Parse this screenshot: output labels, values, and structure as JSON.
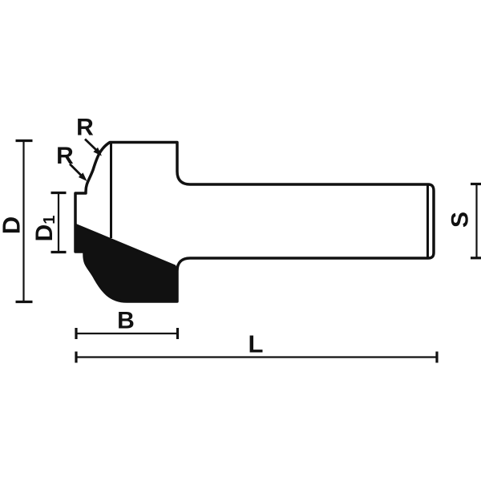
{
  "diagram": {
    "kind": "router-bit-profile-technical-drawing",
    "background_color": "#ffffff",
    "ink_color": "#111111",
    "labels": {
      "overall_diameter": "D",
      "inner_diameter_base": "D",
      "inner_diameter_subscript": "1",
      "radius_upper": "R",
      "radius_lower": "R",
      "shank_diameter": "S",
      "cutting_width": "B",
      "overall_length": "L"
    }
  }
}
